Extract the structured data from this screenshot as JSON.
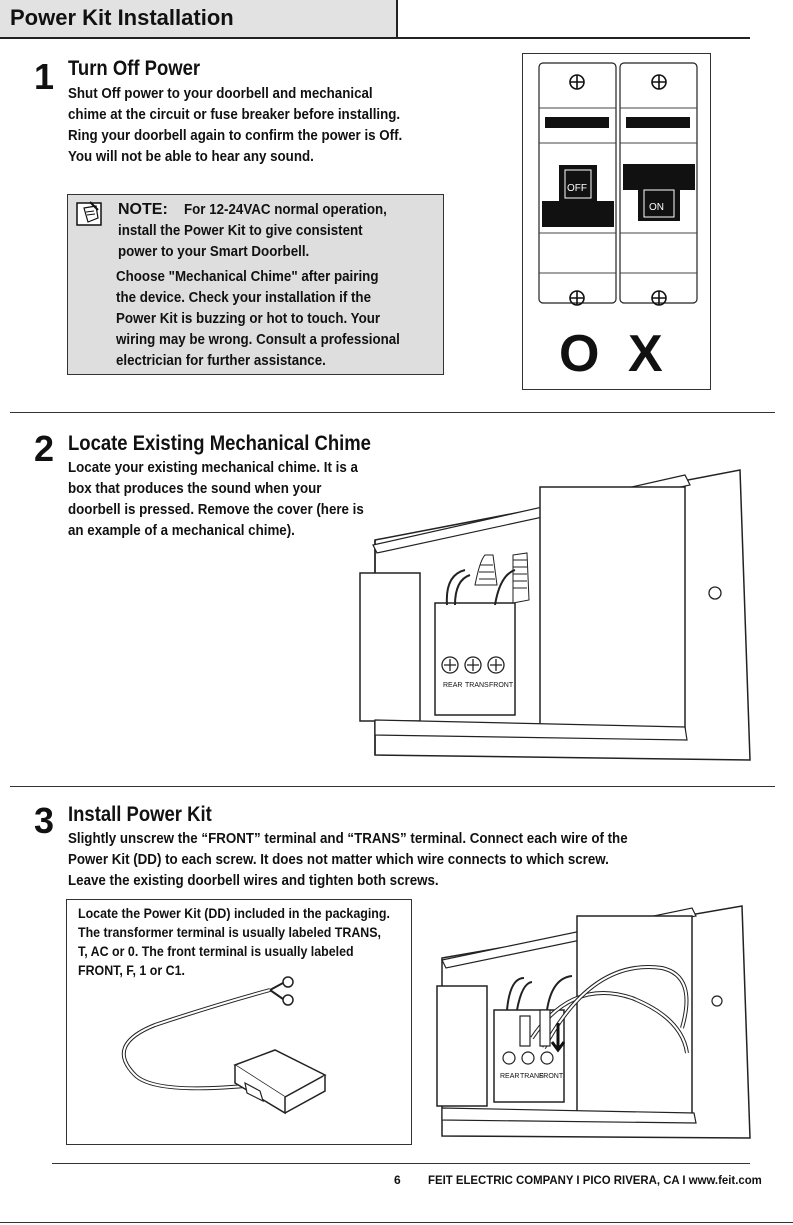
{
  "header": {
    "title": "Power Kit Installation"
  },
  "steps": [
    {
      "number": "1",
      "title": "Turn Off Power",
      "body": "Shut Off power to your doorbell and mechanical\nchime at the circuit or fuse breaker before installing.\nRing your doorbell again to confirm the power is Off.\nYou will not be able to hear any sound."
    },
    {
      "number": "2",
      "title": "Locate Existing Mechanical Chime",
      "body": "Locate your existing mechanical chime. It is a\nbox that produces the sound when your\ndoorbell is pressed. Remove the cover (here is\nan example of a mechanical chime)."
    },
    {
      "number": "3",
      "title": "Install Power Kit",
      "body": "Slightly unscrew the “FRONT” terminal and “TRANS” terminal. Connect each wire of the\nPower Kit (DD) to each screw. It does not matter which wire connects to which screw.\nLeave the existing doorbell wires and tighten both screws."
    }
  ],
  "note": {
    "label": "NOTE:",
    "line1": "For 12-24VAC normal operation,",
    "line2": "install the Power Kit to give consistent\npower to your Smart Doorbell.",
    "body": "Choose \"Mechanical Chime\" after pairing\nthe device. Check your installation if the\nPower Kit is buzzing or hot to touch. Your\nwiring may be wrong. Consult a professional\nelectrician for further assistance."
  },
  "breaker": {
    "left_label": "OFF",
    "right_label": "ON",
    "left_mark": "O",
    "right_mark": "X"
  },
  "terminals": [
    "REAR",
    "TRANS",
    "FRONT"
  ],
  "kit": {
    "text": "Locate the Power Kit (DD) included in the packaging.\nThe transformer terminal is usually labeled TRANS,\nT, AC or 0. The front terminal is usually labeled\nFRONT, F, 1 or C1."
  },
  "footer": {
    "page": "6",
    "company": "FEIT ELECTRIC COMPANY I PICO RIVERA, CA I www.feit.com"
  }
}
